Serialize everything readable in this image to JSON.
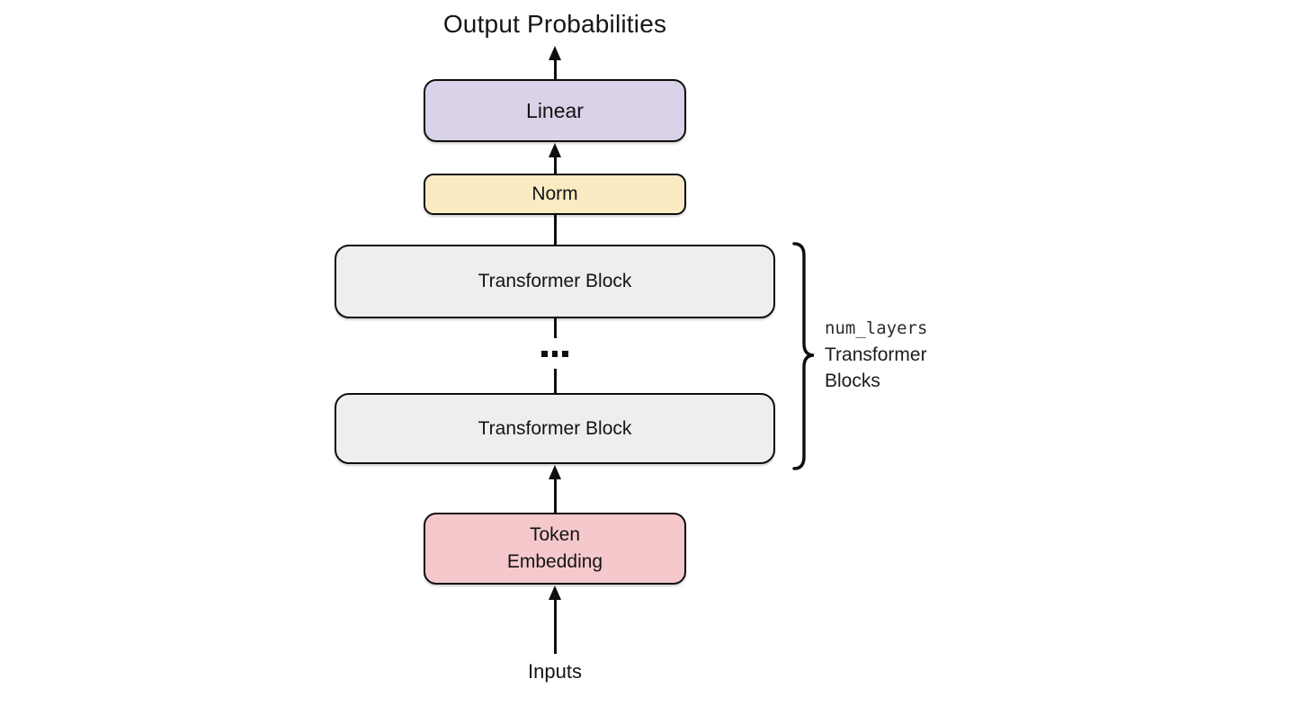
{
  "diagram": {
    "title": "Output Probabilities",
    "nodes": {
      "linear": {
        "label": "Linear",
        "fill": "#D9D2E8"
      },
      "norm": {
        "label": "Norm",
        "fill": "#FAEBC3"
      },
      "transformer_top": {
        "label": "Transformer Block",
        "fill": "#EEEEEE"
      },
      "transformer_bottom": {
        "label": "Transformer Block",
        "fill": "#EEEEEE"
      },
      "token_embedding": {
        "label_line1": "Token",
        "label_line2": "Embedding",
        "fill": "#F5C9CB"
      }
    },
    "ellipsis": "...",
    "input_label": "Inputs",
    "side_label": {
      "code": "num_layers",
      "text": "Transformer Blocks"
    },
    "colors": {
      "stroke": "#0e0e0e",
      "background": "#ffffff"
    }
  }
}
